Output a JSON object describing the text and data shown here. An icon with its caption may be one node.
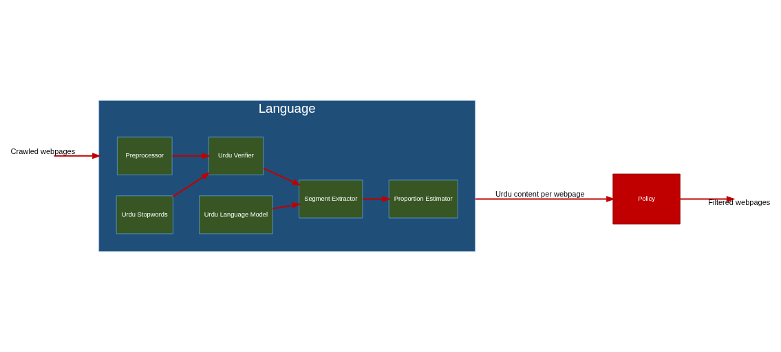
{
  "diagram": {
    "nodes": [
      {
        "text": [
          "Language"
        ]
      },
      {
        "text": [
          "Preprocessor"
        ],
        "in": 0
      },
      {
        "text": [
          "Urdu Verifier"
        ],
        "in": 0
      },
      {
        "text": [
          "Segment Extractor"
        ],
        "in": 0
      },
      {
        "text": [
          "Urdu Stopwords"
        ],
        "in": 0
      },
      {
        "text": [
          "Urdu Language Model"
        ],
        "in": 0
      },
      {
        "text": [
          "Proportion Estimator"
        ],
        "in": 0
      },
      {
        "text": [
          "Policy"
        ]
      }
    ],
    "edges": [
      {
        "from": null,
        "to": 0,
        "arrow": "to",
        "label": "Crawled webpages"
      },
      {
        "from": 1,
        "to": 2,
        "arrow": "to"
      },
      {
        "from": 2,
        "to": 3,
        "arrow": "to"
      },
      {
        "from": 4,
        "to": 2,
        "arrow": "to"
      },
      {
        "from": 5,
        "to": 3,
        "arrow": "to"
      },
      {
        "from": 3,
        "to": 6,
        "arrow": "to"
      },
      {
        "from": 0,
        "to": 7,
        "arrow": "to",
        "label": "Urdu content per webpage"
      },
      {
        "from": 7,
        "to": null,
        "arrow": "to",
        "label": "Filtered webpages"
      }
    ]
  }
}
